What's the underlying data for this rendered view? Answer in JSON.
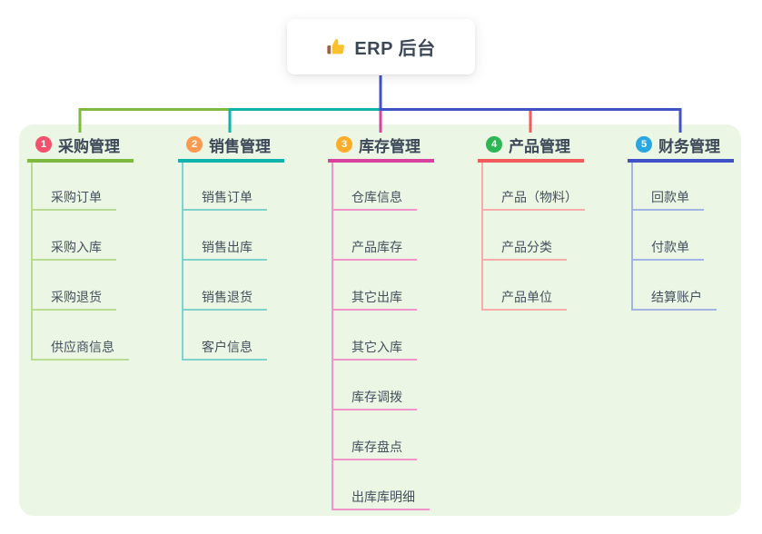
{
  "root": {
    "label": "ERP 后台",
    "icon": "thumbs-up-icon",
    "icon_colors": {
      "hand": "#fbc02d",
      "cuff": "#9a6342"
    },
    "connector_color": "#3f53c6"
  },
  "panel": {
    "background": "#ebf7e4"
  },
  "branches": [
    {
      "index": "1",
      "label": "采购管理",
      "badge_color": "#f3506c",
      "line_color": "#7fba40",
      "child_line_color": "#b7dc92",
      "children": [
        "采购订单",
        "采购入库",
        "采购退货",
        "供应商信息"
      ]
    },
    {
      "index": "2",
      "label": "销售管理",
      "badge_color": "#fc9a50",
      "line_color": "#10b3ab",
      "child_line_color": "#7fd3cd",
      "children": [
        "销售订单",
        "销售出库",
        "销售退货",
        "客户信息"
      ]
    },
    {
      "index": "3",
      "label": "库存管理",
      "badge_color": "#fdad29",
      "line_color": "#d9419f",
      "child_line_color": "#f094ca",
      "children": [
        "仓库信息",
        "产品库存",
        "其它出库",
        "其它入库",
        "库存调拨",
        "库存盘点",
        "出库库明细"
      ]
    },
    {
      "index": "4",
      "label": "产品管理",
      "badge_color": "#2eb656",
      "line_color": "#f15b5b",
      "child_line_color": "#f8abab",
      "children": [
        "产品（物料）",
        "产品分类",
        "产品单位"
      ]
    },
    {
      "index": "5",
      "label": "财务管理",
      "badge_color": "#29a7e1",
      "line_color": "#3f53c6",
      "child_line_color": "#a2b3e6",
      "children": [
        "回款单",
        "付款单",
        "结算账户"
      ]
    }
  ]
}
